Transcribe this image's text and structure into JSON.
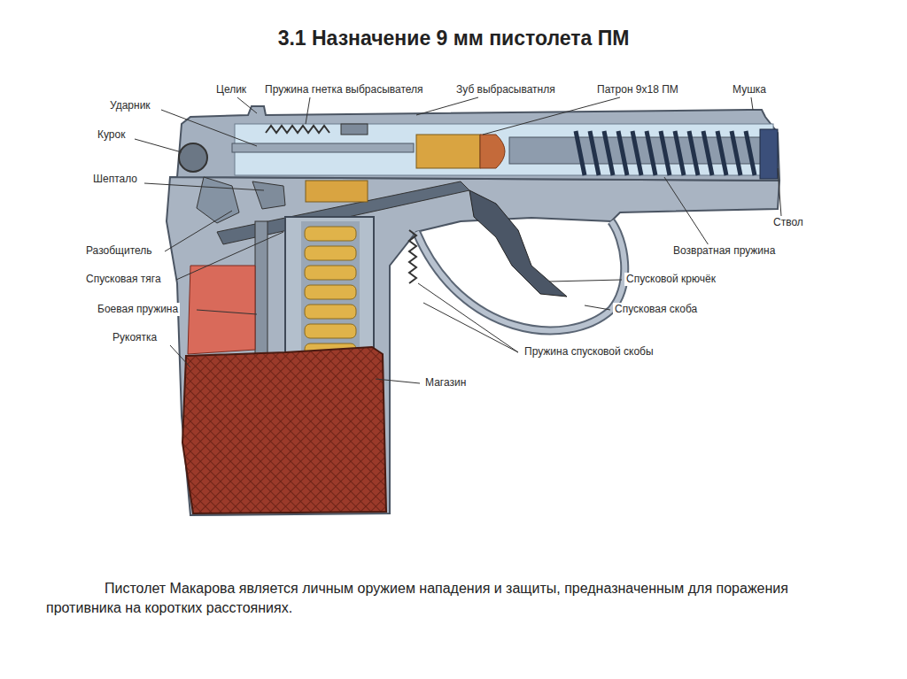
{
  "diagram": {
    "title": "3.1 Назначение 9 мм пистолета ПМ",
    "caption": "Пистолет Макарова является личным оружием нападения и защиты, предназначенным для поражения противника на коротких расстояниях.",
    "labels": [
      "Целик",
      "Пружина гнетка выбрасывателя",
      "Зуб выбрасыватнля",
      "Патрон 9х18 ПМ",
      "Мушка",
      "Ударник",
      "Курок",
      "Шептало",
      "Ствол",
      "Разобщитель",
      "Возвратная пружина",
      "Спусковая тяга",
      "Спусковой крючёк",
      "Боевая пружина",
      "Спусковая скоба",
      "Рукоятка",
      "Пружина спусковой скобы",
      "Магазин"
    ]
  }
}
